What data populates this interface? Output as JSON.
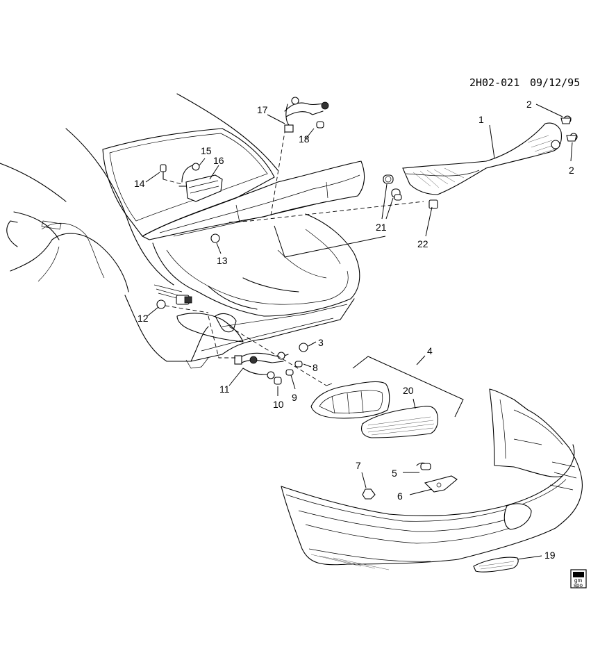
{
  "header": {
    "code": "2H02-021",
    "date": "09/12/95"
  },
  "logo": {
    "line1": "gm",
    "line2": "spo"
  },
  "callouts": [
    "1",
    "2",
    "2",
    "3",
    "4",
    "5",
    "6",
    "7",
    "8",
    "9",
    "10",
    "11",
    "12",
    "13",
    "14",
    "15",
    "16",
    "17",
    "18",
    "19",
    "20",
    "21",
    "21",
    "22"
  ]
}
